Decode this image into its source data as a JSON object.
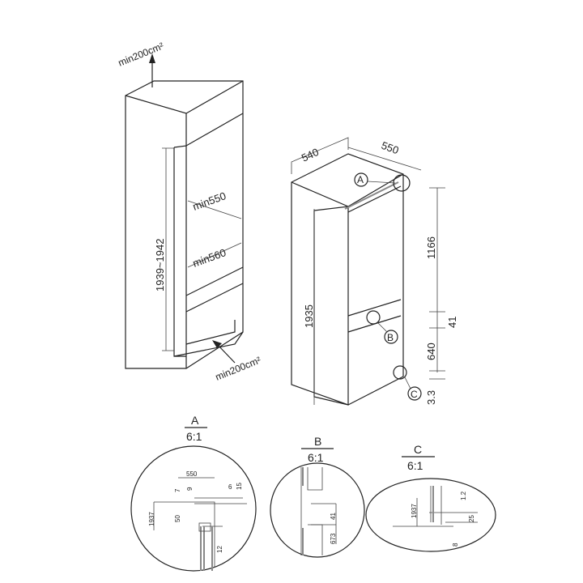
{
  "cabinet": {
    "vent_top": "min200cm²",
    "vent_bottom": "min200cm²",
    "height": "1939~1942",
    "depth": "min550",
    "width": "min560"
  },
  "fridge": {
    "width": "540",
    "depth": "550",
    "height_total": "1935",
    "upper_door": "1166",
    "gap": "41",
    "lower_door": "640",
    "bottom_gap": "3.3",
    "markers": [
      "A",
      "B",
      "C"
    ]
  },
  "details": {
    "a": {
      "label": "A",
      "scale": "6:1",
      "dims": [
        "550",
        "7",
        "9",
        "6",
        "15",
        "1937",
        "50",
        "12"
      ]
    },
    "b": {
      "label": "B",
      "scale": "6:1",
      "dims": [
        "41",
        "673"
      ]
    },
    "c": {
      "label": "C",
      "scale": "6:1",
      "dims": [
        "1937",
        "1.2",
        "25",
        "8"
      ]
    }
  }
}
